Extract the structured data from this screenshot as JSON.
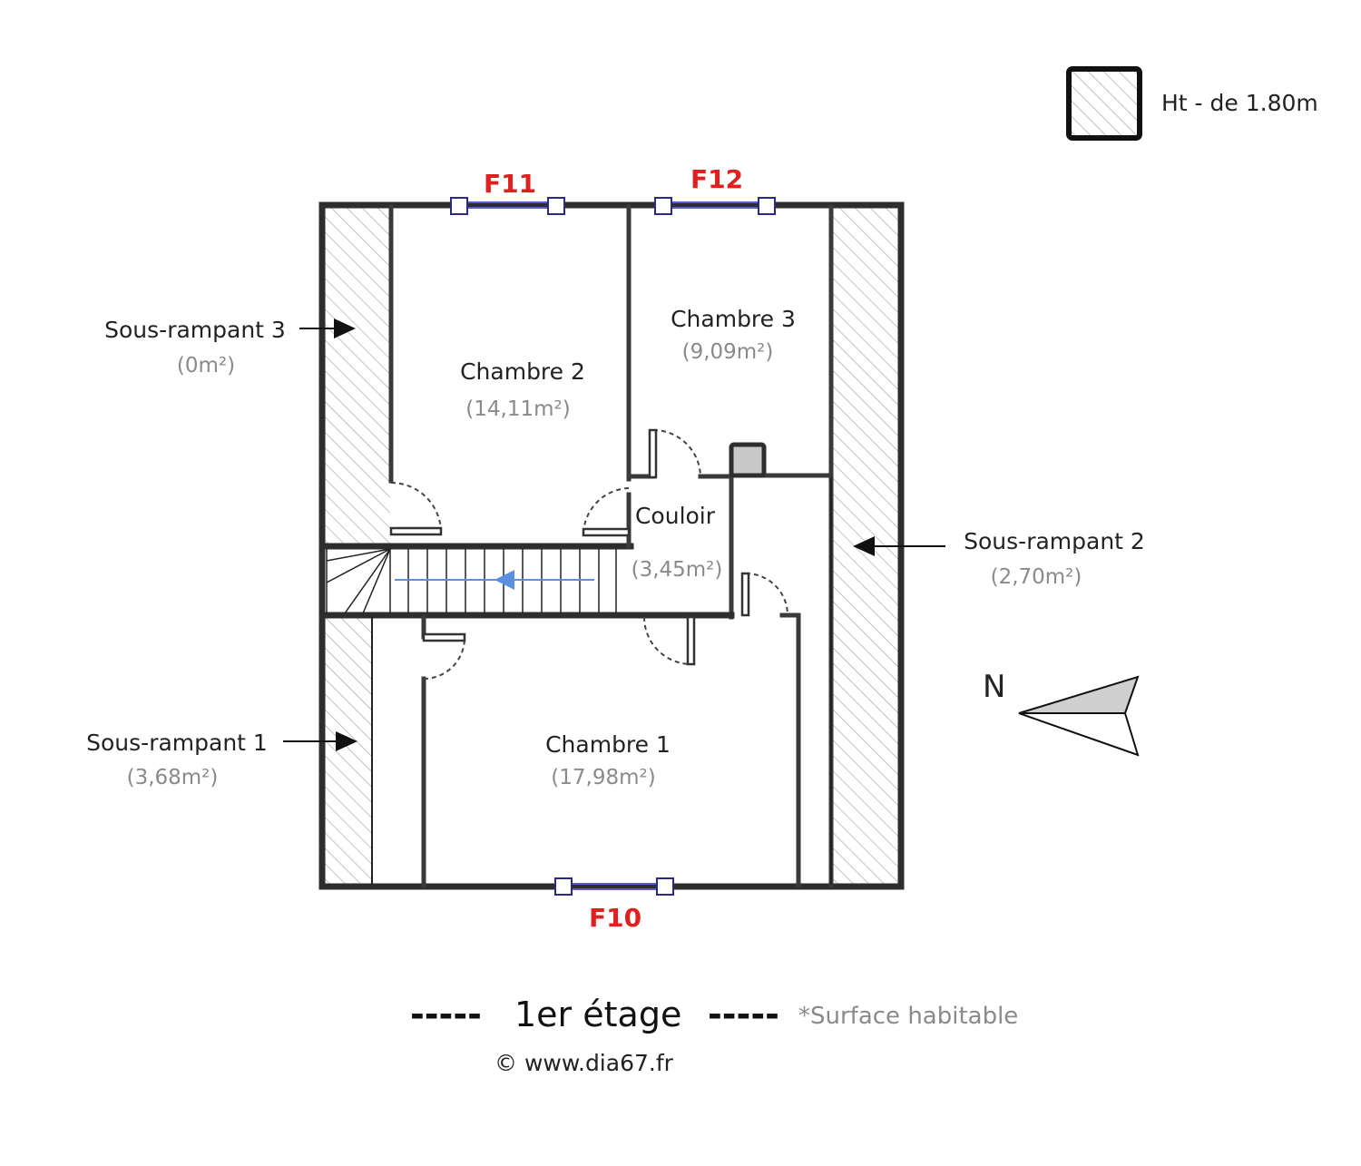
{
  "legend": {
    "text": "Ht - de 1.80m"
  },
  "windows": {
    "f10": "F10",
    "f11": "F11",
    "f12": "F12"
  },
  "rooms": [
    {
      "name": "Chambre 2",
      "area": "(14,11m²)"
    },
    {
      "name": "Chambre 3",
      "area": "(9,09m²)"
    },
    {
      "name": "Couloir",
      "area": "(3,45m²)"
    },
    {
      "name": "Chambre 1",
      "area": "(17,98m²)"
    }
  ],
  "attics": [
    {
      "name": "Sous-rampant 3",
      "area": "(0m²)"
    },
    {
      "name": "Sous-rampant 2",
      "area": "(2,70m²)"
    },
    {
      "name": "Sous-rampant 1",
      "area": "(3,68m²)"
    }
  ],
  "compass": {
    "label": "N"
  },
  "footer": {
    "dashes_left": "-----",
    "title": "1er étage",
    "dashes_right": "-----",
    "note": "*Surface habitable",
    "copyright": "© www.dia67.fr"
  },
  "colors": {
    "window_label": "#e0201e",
    "window_glass": "#5a5ad0",
    "stair_arrow": "#5b8fe0",
    "hatch": "#9a9a9a"
  }
}
